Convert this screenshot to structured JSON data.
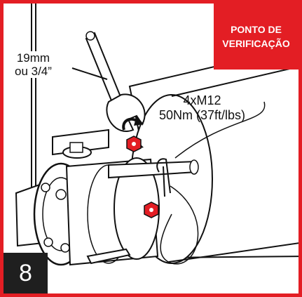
{
  "badge": {
    "line1": "PONTO DE",
    "line2": "VERIFICAÇÃO"
  },
  "step_number": "8",
  "wrench_label": {
    "line1": "19mm",
    "line2": "ou 3/4”"
  },
  "torque_label": {
    "line1": "4xM12",
    "line2": "50Nm (37ft/lbs)"
  },
  "colors": {
    "border": "#e31e24",
    "badge": "#e31e24",
    "step_box": "#1f1f1f",
    "bolt_highlight": "#e31e24"
  },
  "icons": [
    "wrench-icon",
    "rotation-arrow-icon",
    "pin-icon"
  ]
}
